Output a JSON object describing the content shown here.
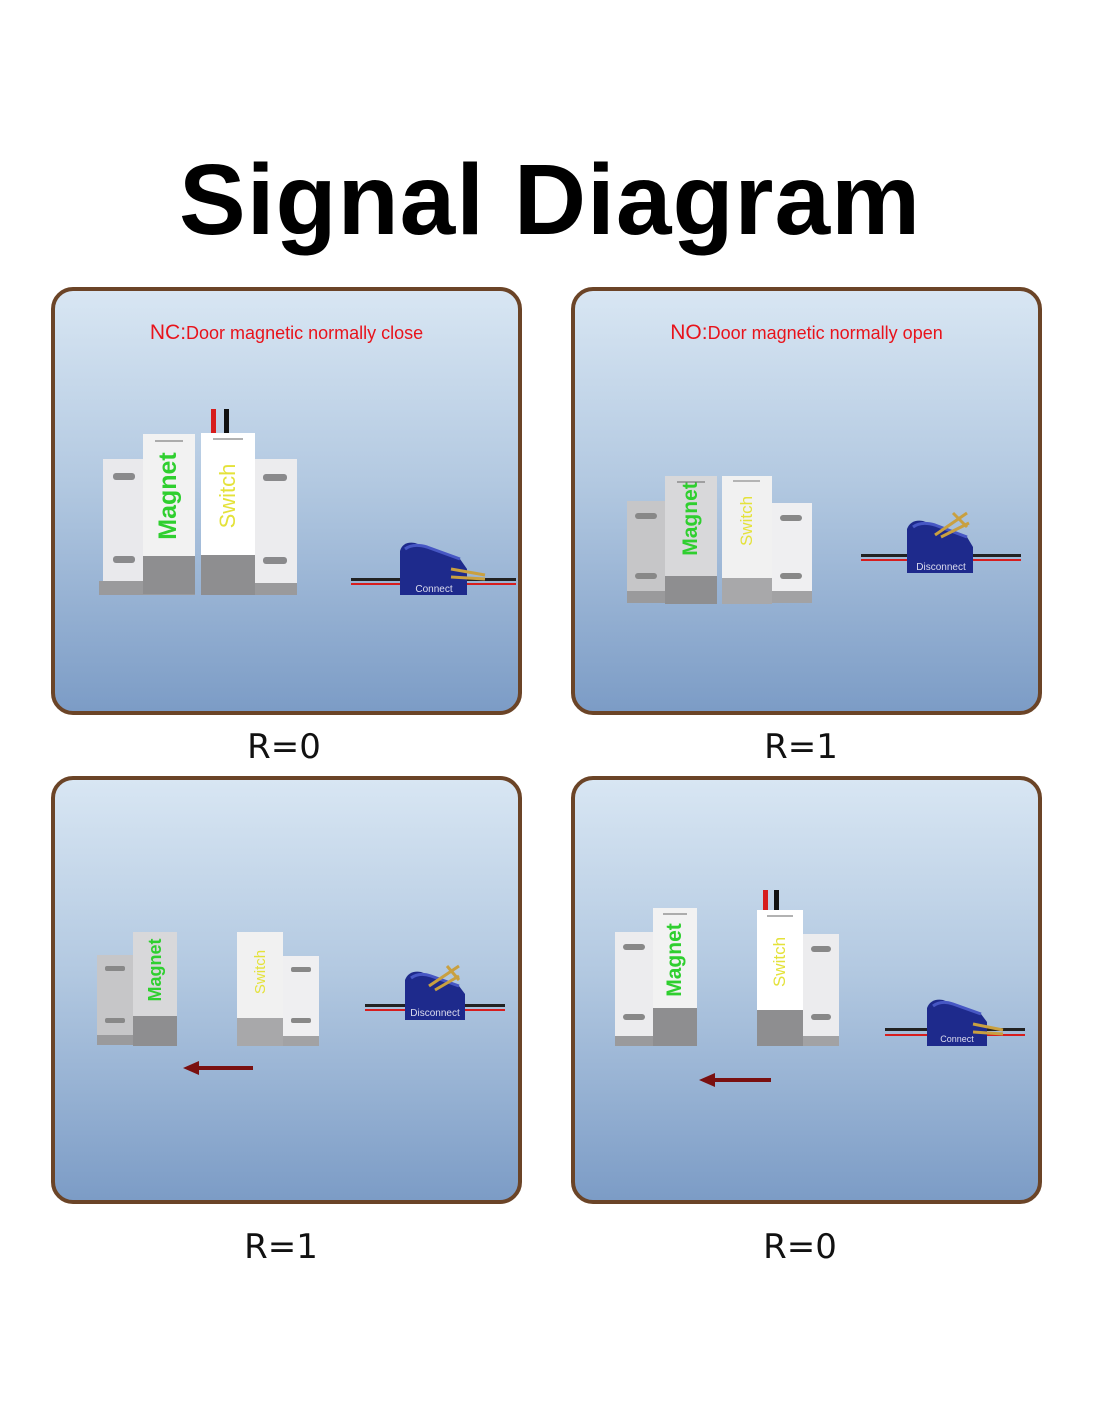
{
  "title": "Signal Diagram",
  "panels": [
    {
      "heading_code": "NC:",
      "heading_text": "Door magnetic normally close",
      "result": "R=0",
      "magnet_label": "Magnet",
      "switch_label": "Switch",
      "relay_label": "Connect",
      "relay_state": "closed",
      "arrow": false
    },
    {
      "heading_code": "NO:",
      "heading_text": "Door magnetic normally open",
      "result": "R=1",
      "magnet_label": "Magnet",
      "switch_label": "Switch",
      "relay_label": "Disconnect",
      "relay_state": "open",
      "arrow": false
    },
    {
      "heading_code": "",
      "heading_text": "",
      "result": "R=1",
      "magnet_label": "Magnet",
      "switch_label": "Switch",
      "relay_label": "Disconnect",
      "relay_state": "open",
      "arrow": true,
      "arrow_direction": "left"
    },
    {
      "heading_code": "",
      "heading_text": "",
      "result": "R=0",
      "magnet_label": "Magnet",
      "switch_label": "Switch",
      "relay_label": "Connect",
      "relay_state": "closed",
      "arrow": true,
      "arrow_direction": "left"
    }
  ],
  "colors": {
    "border": "#6b4427",
    "heading": "#e8131b",
    "magnet_text": "#2fcf2f",
    "switch_text": "#e4e23a",
    "relay_body": "#1e2a8c",
    "arrow": "#7a1010"
  }
}
